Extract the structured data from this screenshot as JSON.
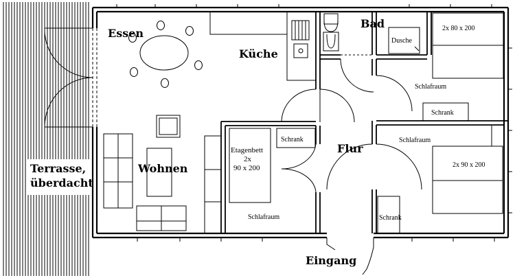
{
  "labels": {
    "essen": "Essen",
    "kueche": "Küche",
    "bad": "Bad",
    "dusche": "Dusche",
    "bed_right_top": "2x 80 x 200",
    "schlafraum_1": "Schlafraum",
    "schrank_1": "Schrank",
    "schlafraum_2": "Schlafraum",
    "bed_right_bottom": "2x  90 x 200",
    "schrank_2": "Schrank",
    "flur": "Flur",
    "etagenbett_1": "Etagenbett",
    "etagenbett_2": "2x",
    "etagenbett_3": "90 x 200",
    "schrank_3": "Schrank",
    "schlafraum_3": "Schlafraum",
    "wohnen": "Wohnen",
    "terrasse_1": "Terrasse,",
    "terrasse_2": "überdacht",
    "eingang": "Eingang"
  }
}
